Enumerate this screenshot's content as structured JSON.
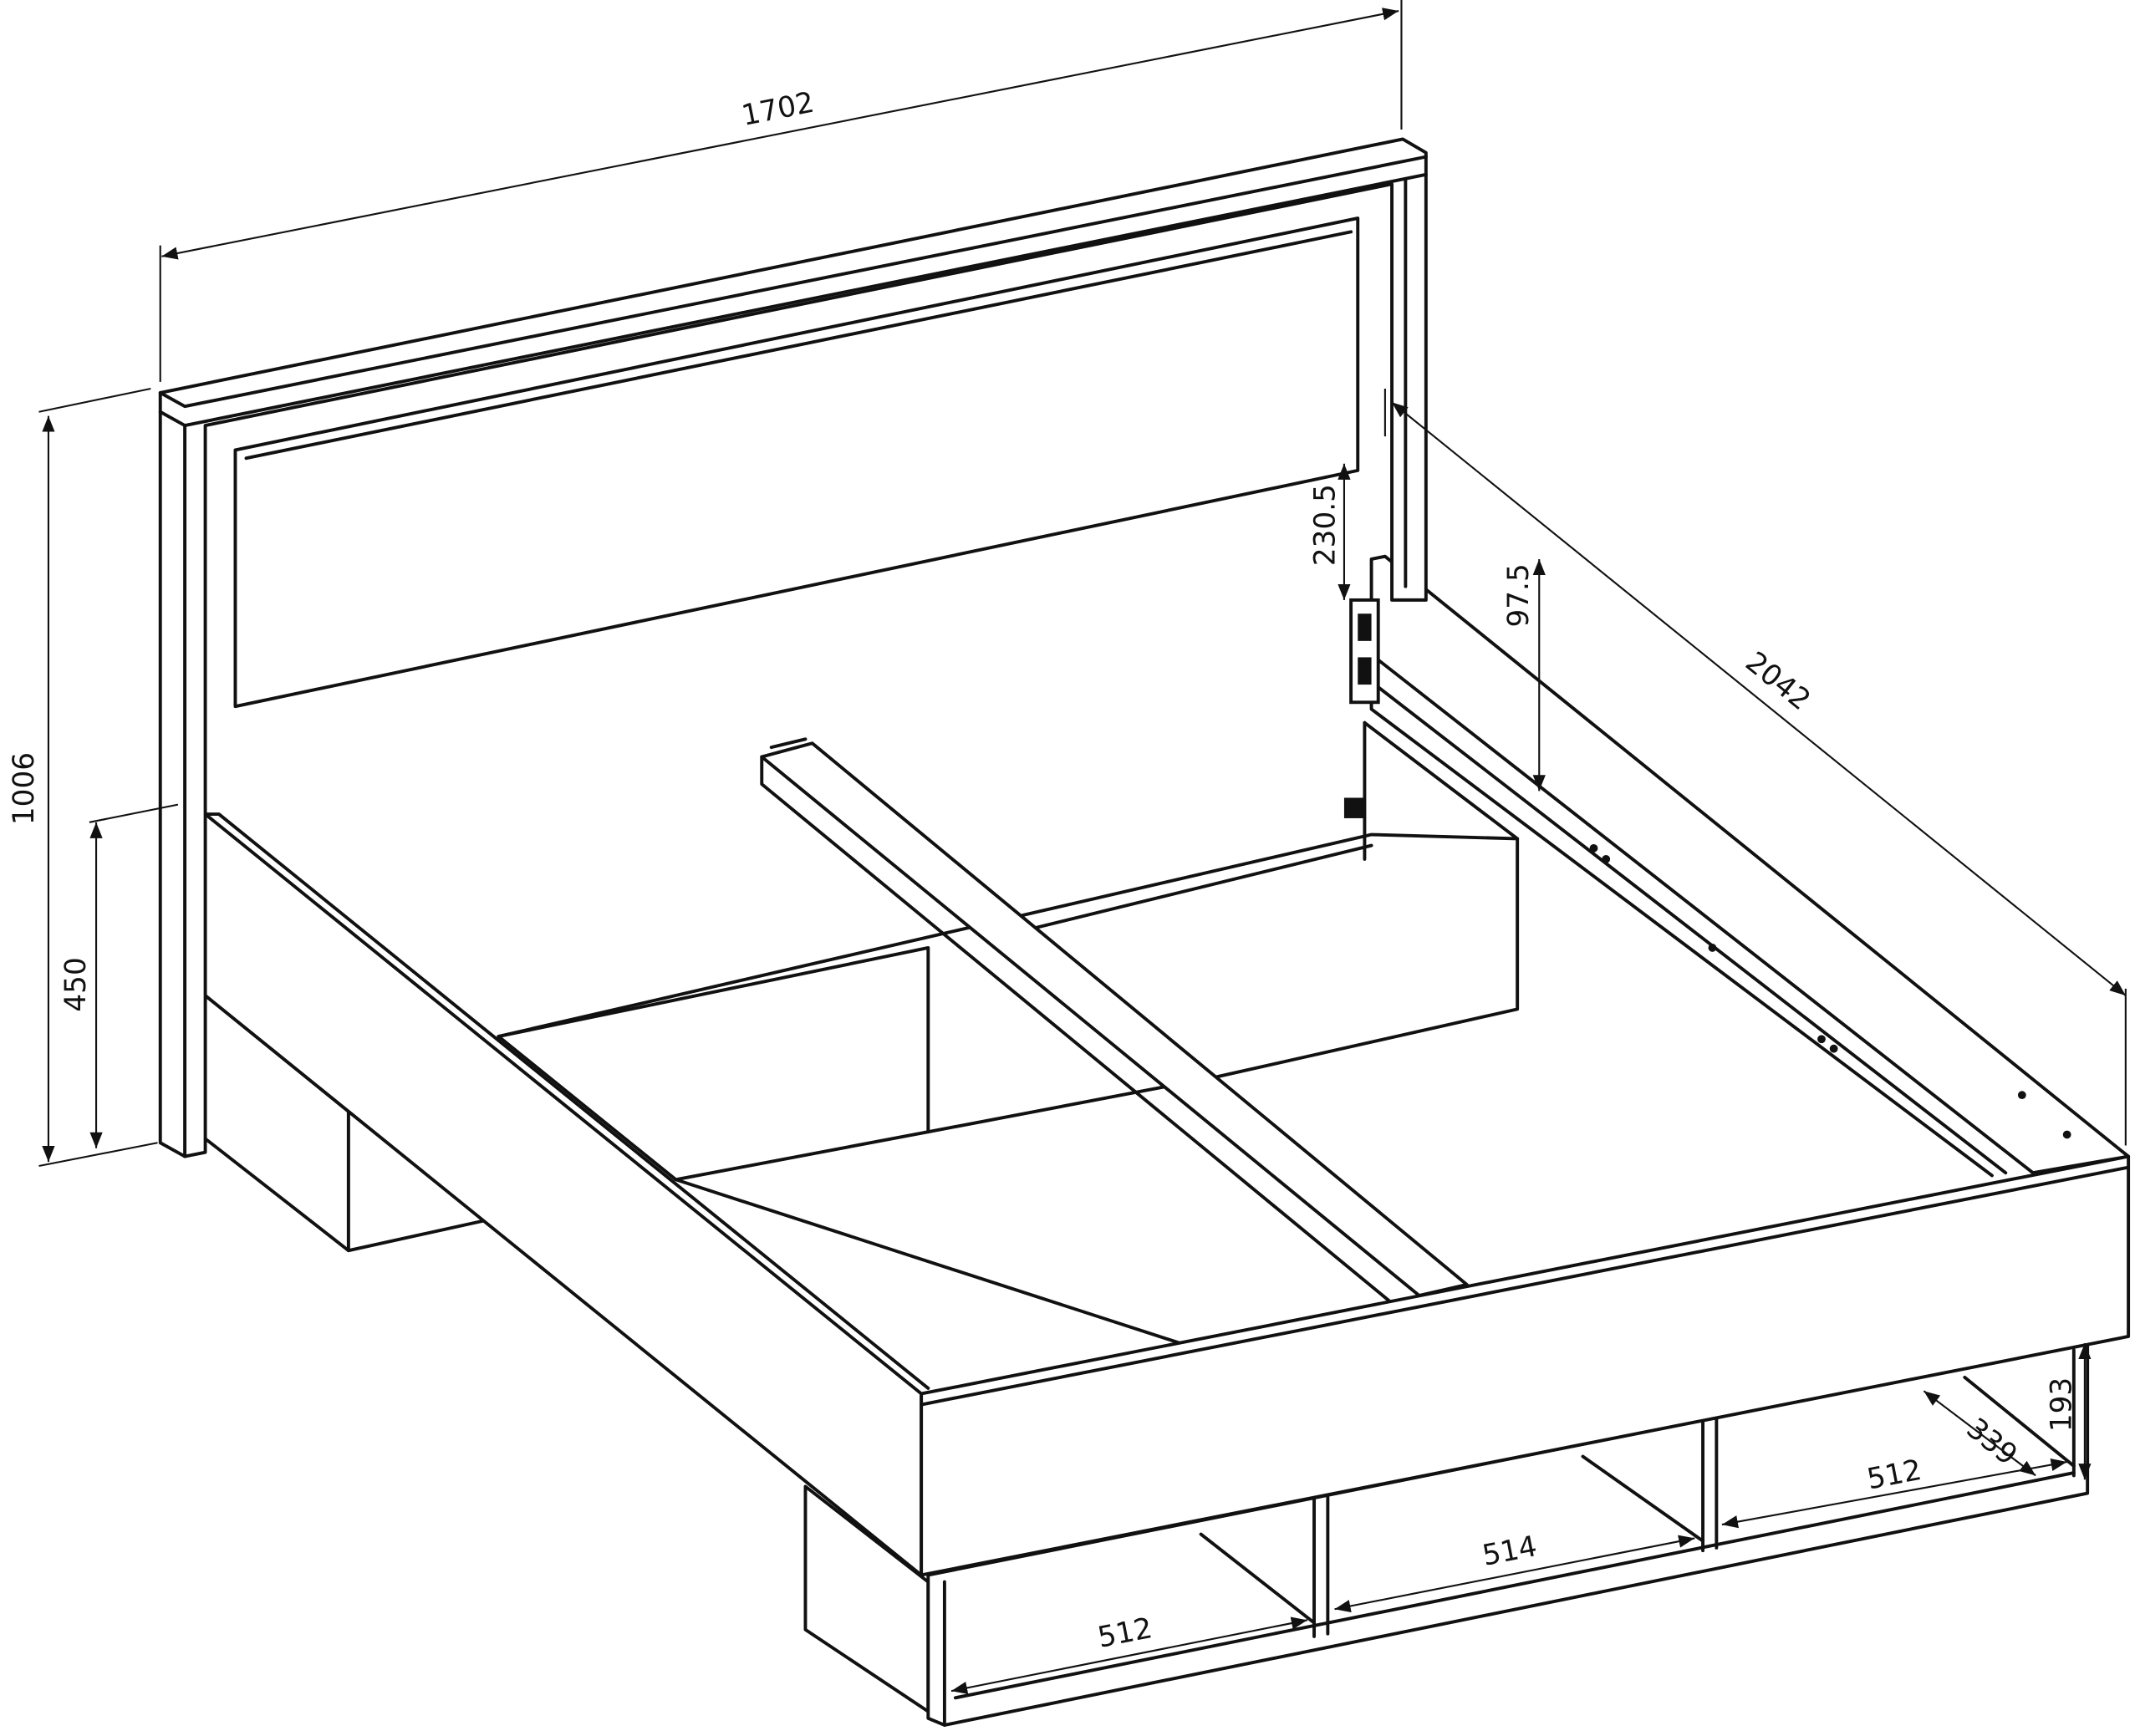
{
  "title": "Bed frame dimension drawing",
  "dimensions": {
    "width_overall": "1702",
    "length_overall": "2042",
    "headboard_height": "1006",
    "frame_height": "450",
    "bracket_offset": "230.5",
    "rail_height": "97.5",
    "drawer_height": "193",
    "drawer_depth": "339",
    "drawer_left_width": "512",
    "drawer_middle_width": "514",
    "drawer_right_width": "512"
  },
  "colors": {
    "line": "#111111",
    "background": "#ffffff"
  }
}
